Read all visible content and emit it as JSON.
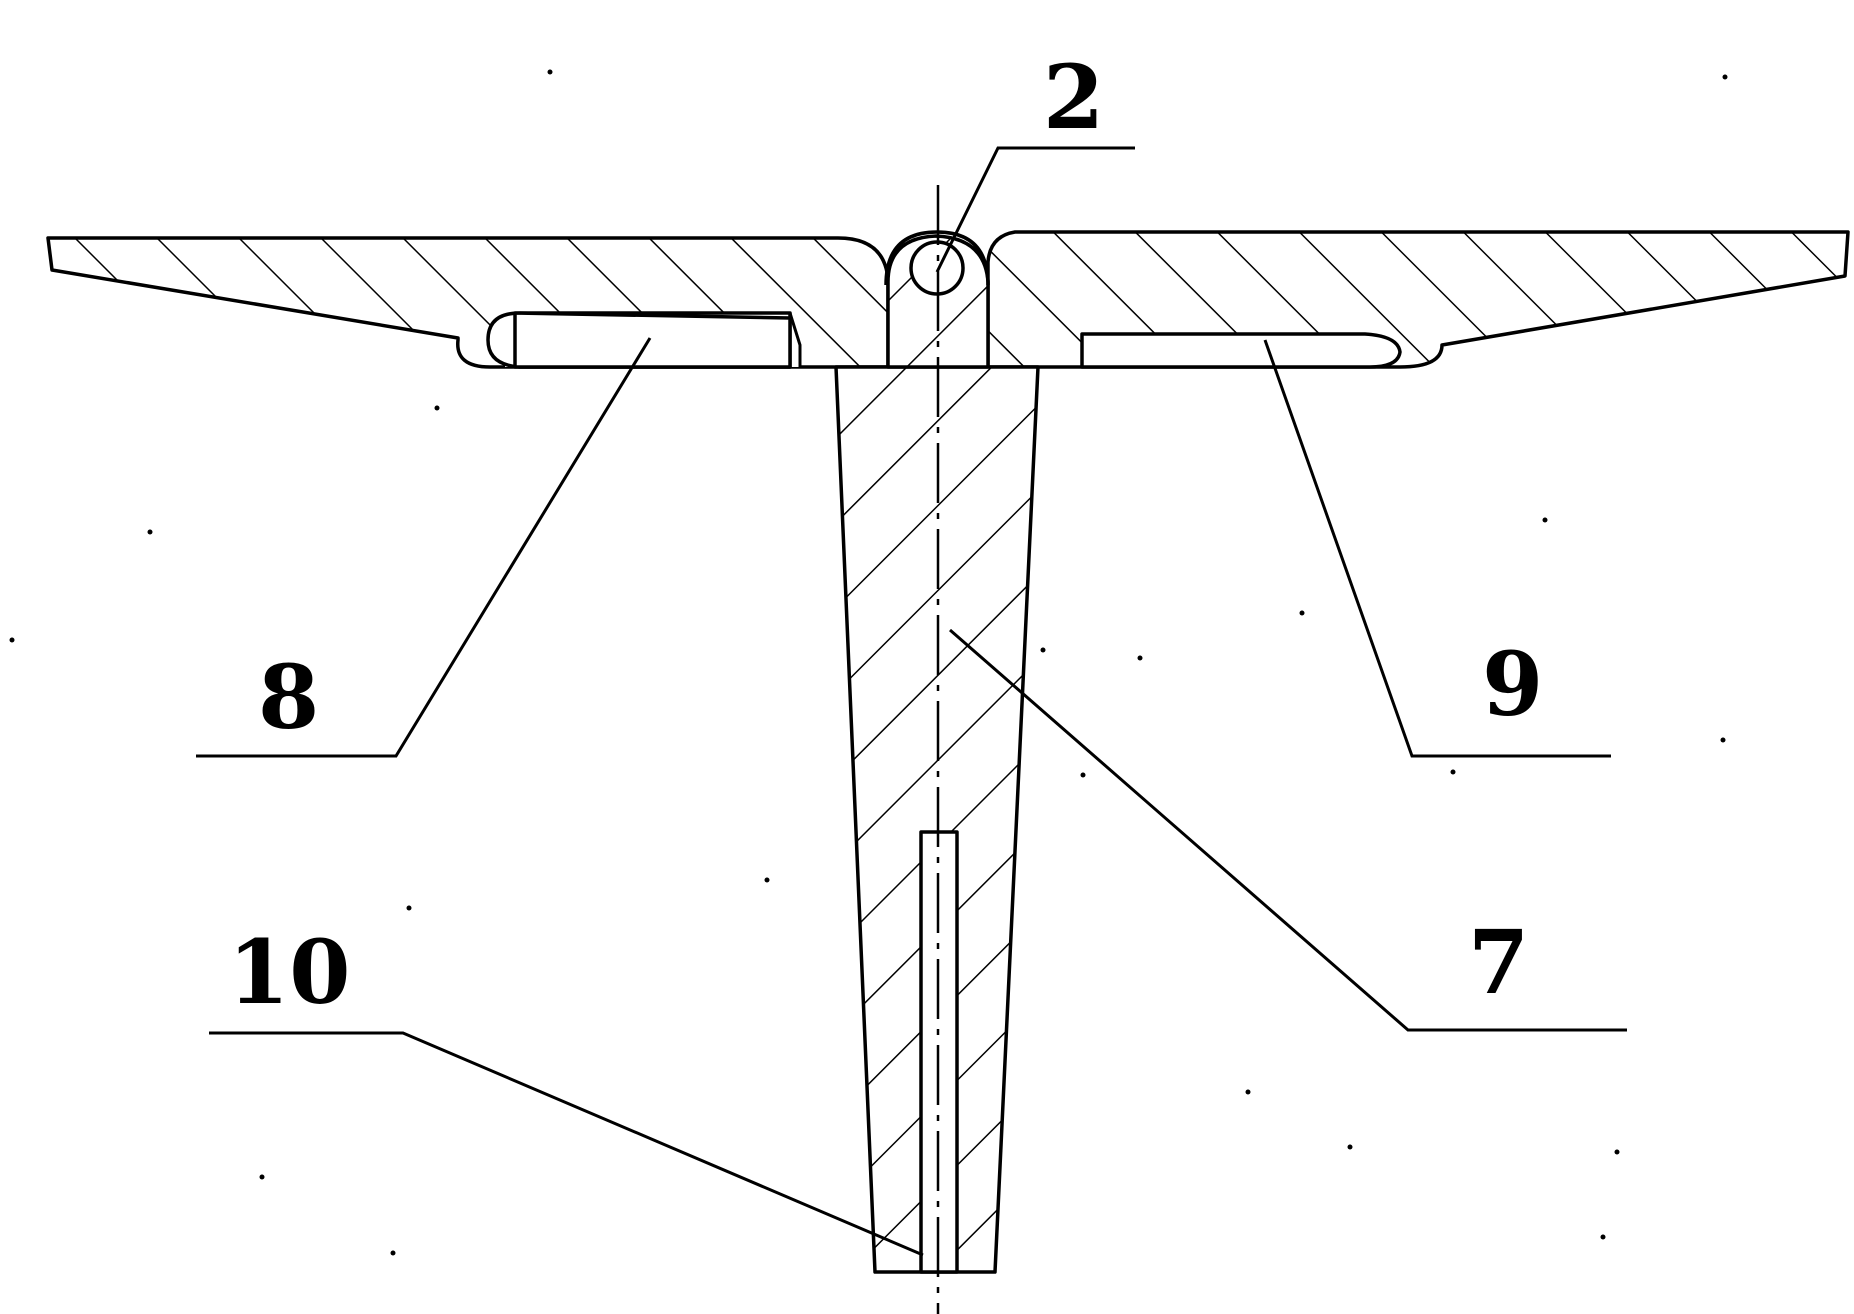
{
  "labels": {
    "part_2": "2",
    "part_7": "7",
    "part_8": "8",
    "part_9": "9",
    "part_10": "10"
  },
  "colors": {
    "line": "#000000",
    "background": "#ffffff"
  }
}
